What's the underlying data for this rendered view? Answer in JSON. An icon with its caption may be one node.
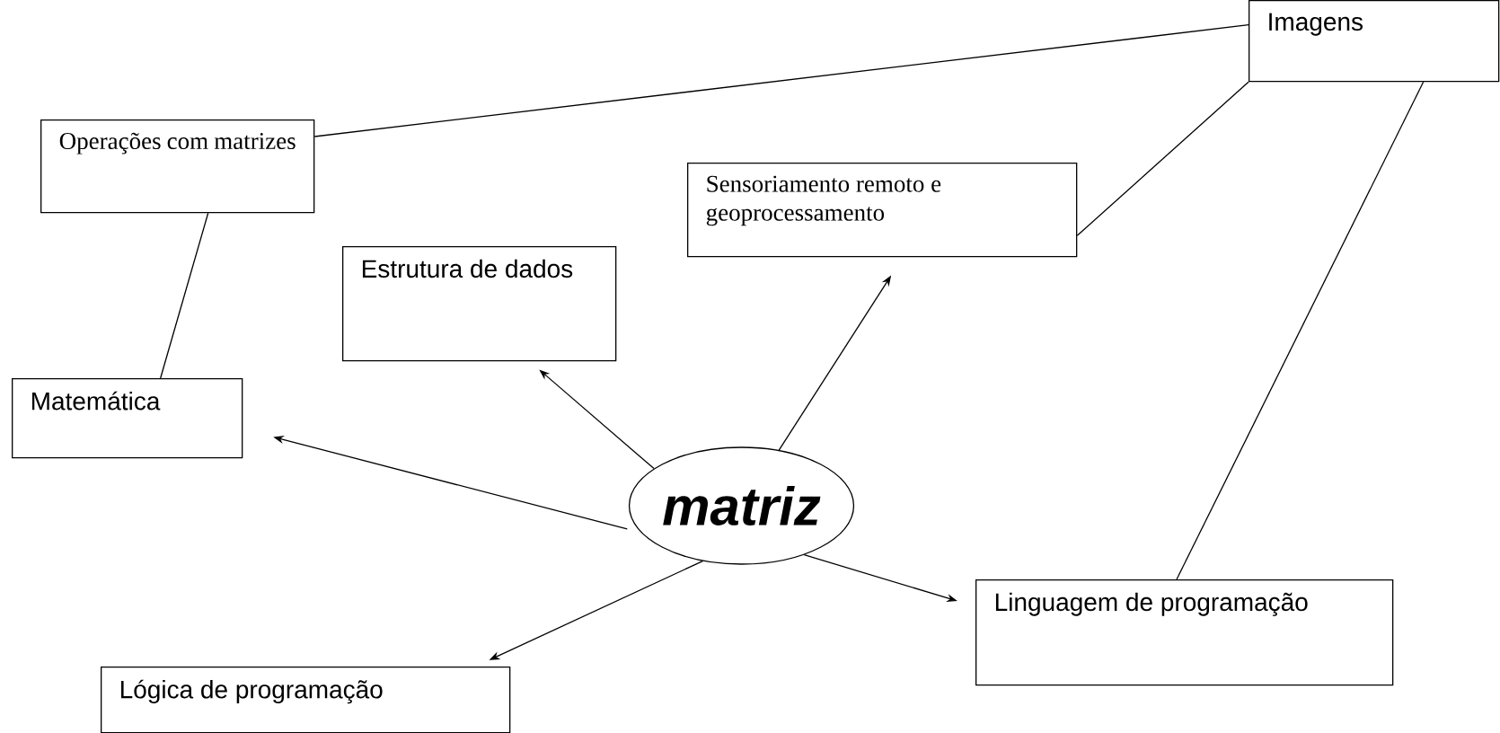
{
  "diagram": {
    "nodes": [
      {
        "text": [
          "Imagens"
        ]
      },
      {
        "text": [
          "Operações com matrizes"
        ]
      },
      {
        "text": [
          "Sensoriamento remoto e geoprocessamento"
        ]
      },
      {
        "text": [
          "Estrutura de dados"
        ]
      },
      {
        "text": [
          "Matemática"
        ]
      },
      {
        "text": [
          "matriz"
        ]
      },
      {
        "text": [
          "Linguagem de programação"
        ]
      },
      {
        "text": [
          "Lógica de programação"
        ]
      }
    ],
    "edges": [
      {
        "from": 1,
        "to": 0,
        "arrow": "none"
      },
      {
        "from": 2,
        "to": 0,
        "arrow": "none"
      },
      {
        "from": 0,
        "to": 6,
        "arrow": "none"
      },
      {
        "from": 1,
        "to": 4,
        "arrow": "none"
      },
      {
        "from": 5,
        "to": 4,
        "arrow": "to"
      },
      {
        "from": 5,
        "to": 3,
        "arrow": "to"
      },
      {
        "from": 5,
        "to": 2,
        "arrow": "to"
      },
      {
        "from": 5,
        "to": 7,
        "arrow": "to"
      },
      {
        "from": 5,
        "to": 6,
        "arrow": "to"
      }
    ]
  }
}
